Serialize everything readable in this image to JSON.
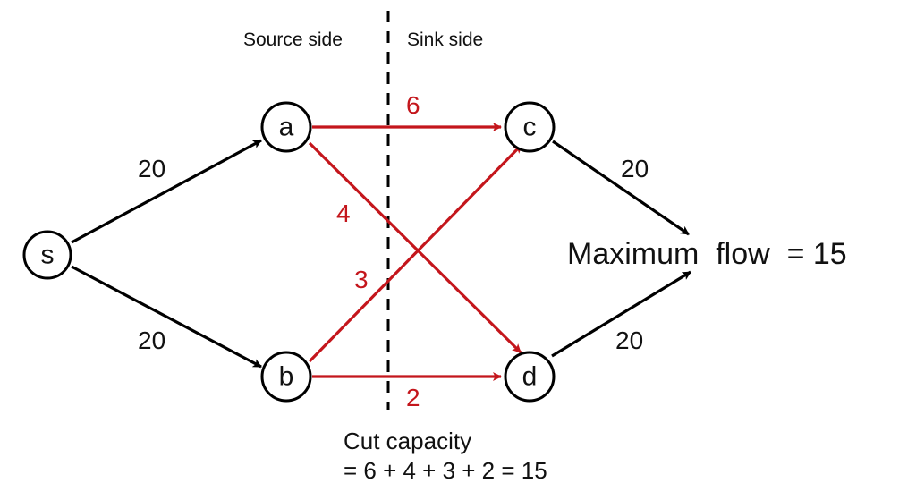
{
  "colors": {
    "cut_edge": "#c4161c",
    "normal_edge": "#000000",
    "text": "#111111",
    "background": "#ffffff"
  },
  "side_labels": {
    "source": "Source side",
    "sink": "Sink side"
  },
  "nodes": [
    {
      "id": "s",
      "label": "s",
      "side": "source"
    },
    {
      "id": "a",
      "label": "a",
      "side": "source"
    },
    {
      "id": "b",
      "label": "b",
      "side": "source"
    },
    {
      "id": "c",
      "label": "c",
      "side": "sink"
    },
    {
      "id": "d",
      "label": "d",
      "side": "sink"
    }
  ],
  "edges": [
    {
      "from": "s",
      "to": "a",
      "capacity": "20",
      "in_cut": false
    },
    {
      "from": "s",
      "to": "b",
      "capacity": "20",
      "in_cut": false
    },
    {
      "from": "a",
      "to": "c",
      "capacity": "6",
      "in_cut": true
    },
    {
      "from": "a",
      "to": "d",
      "capacity": "4",
      "in_cut": true
    },
    {
      "from": "b",
      "to": "c",
      "capacity": "3",
      "in_cut": true
    },
    {
      "from": "b",
      "to": "d",
      "capacity": "2",
      "in_cut": true
    },
    {
      "from": "c",
      "to": "sink-label",
      "capacity": "20",
      "in_cut": false
    },
    {
      "from": "d",
      "to": "sink-label",
      "capacity": "20",
      "in_cut": false
    }
  ],
  "max_flow": {
    "label": "Maximum  flow  = 15",
    "value": 15
  },
  "cut_capacity": {
    "title": "Cut capacity",
    "formula": "= 6 + 4 + 3 + 2 = 15",
    "value": 15
  }
}
